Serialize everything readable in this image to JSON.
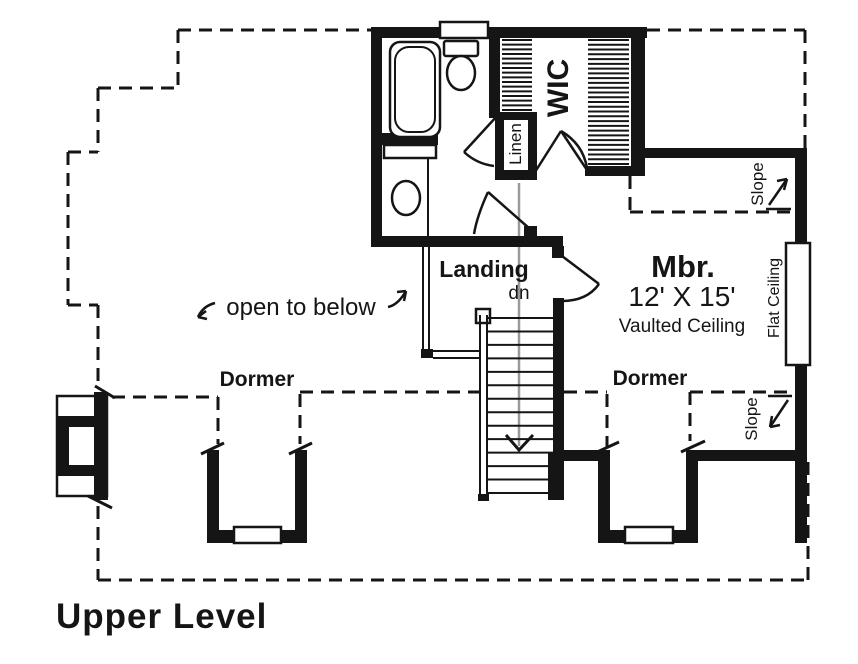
{
  "title": "Upper Level",
  "rooms": {
    "master_bedroom": {
      "name": "Mbr.",
      "dimensions": "12' X 15'",
      "ceiling": "Vaulted Ceiling"
    },
    "landing": {
      "name": "Landing",
      "stair_direction": "dn"
    },
    "walk_in_closet": {
      "name": "WIC"
    },
    "linen_closet": {
      "name": "Linen"
    }
  },
  "annotations": {
    "open_to_below": "open to below",
    "dormer_left": "Dormer",
    "dormer_right": "Dormer",
    "slope_top": "Slope",
    "slope_bottom": "Slope",
    "flat_ceiling": "Flat Ceiling"
  },
  "colors": {
    "ink": "#151515",
    "background": "#ffffff",
    "stair_guide_line": "#9a9a9a"
  }
}
